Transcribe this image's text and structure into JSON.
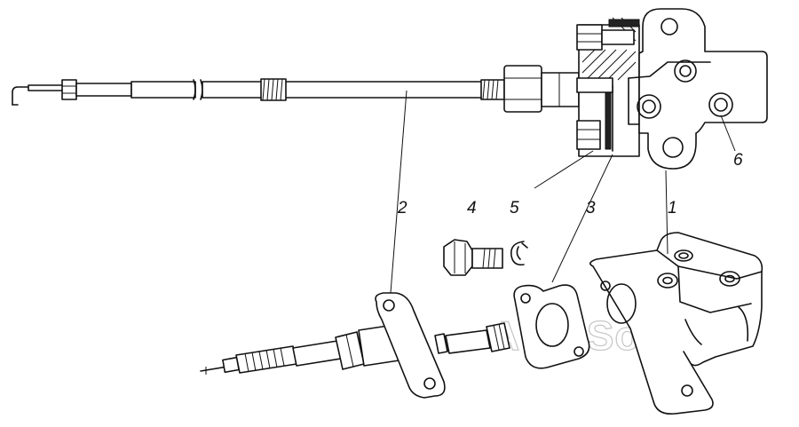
{
  "callouts": [
    {
      "id": "1",
      "text": "1"
    },
    {
      "id": "2",
      "text": "2"
    },
    {
      "id": "3",
      "text": "3"
    },
    {
      "id": "4",
      "text": "4"
    },
    {
      "id": "5",
      "text": "5"
    },
    {
      "id": "6",
      "text": "6"
    }
  ],
  "watermark": "AutoSoft"
}
